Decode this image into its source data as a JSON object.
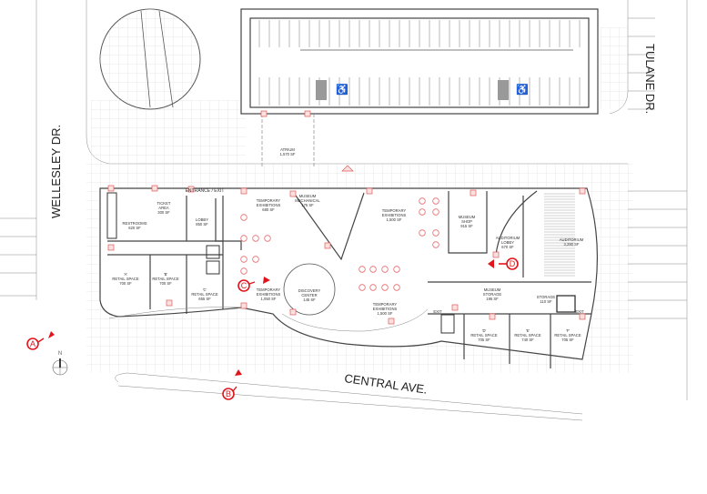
{
  "streets": {
    "west": "WELLESLEY DR.",
    "east": "TULANE DR.",
    "south": "CENTRAL AVE."
  },
  "north_label": "N",
  "markers": [
    "A",
    "B",
    "C",
    "D"
  ],
  "colors": {
    "accent": "#e0141c",
    "wall": "#444444",
    "grid": "#d4d4d4"
  },
  "rooms": {
    "atrium": [
      "ATRIUM",
      "1,570 SF"
    ],
    "entrance": "ENTRANCE / EXIT",
    "restrooms": [
      "RESTROOMS",
      "620 SF"
    ],
    "ticket": [
      "TICKET",
      "AREA",
      "300 SF"
    ],
    "lobby": [
      "LOBBY",
      "850 SF"
    ],
    "temp1": [
      "TEMPORARY",
      "EXHIBITIONS",
      "680 SF"
    ],
    "mech": [
      "MUSEUM",
      "MECHANICAL",
      "175 SF"
    ],
    "temp2": [
      "TEMPORARY",
      "EXHIBITIONS",
      "1,500 SF"
    ],
    "shop": [
      "MUSEUM",
      "SHOP",
      "915 SF"
    ],
    "aud_lobby": [
      "AUDITORIUM",
      "LOBBY",
      "670 SF"
    ],
    "auditorium": [
      "AUDITORIUM",
      "3,280 SF"
    ],
    "retail_a": [
      "'A'",
      "RETAIL SPACE",
      "700 SF"
    ],
    "retail_b": [
      "'B'",
      "RETAIL SPACE",
      "700 SF"
    ],
    "retail_c": [
      "'C'",
      "RETAIL SPACE",
      "655 SF"
    ],
    "temp3": [
      "TEMPORARY",
      "EXHIBITIONS",
      "1,050 SF"
    ],
    "discovery": [
      "DISCOVERY",
      "CENTER",
      "145 SF"
    ],
    "temp4": [
      "TEMPORARY",
      "EXHIBITIONS",
      "1,500 SF"
    ],
    "storage_m": [
      "MUSEUM",
      "STORAGE",
      "195 SF"
    ],
    "storage": [
      "STORAGE",
      "110 SF"
    ],
    "exit1": "EXIT",
    "exit2": "EXIT",
    "retail_d": [
      "'D'",
      "RETAIL SPACE",
      "705 SF"
    ],
    "retail_e": [
      "'E'",
      "RETAIL SPACE",
      "740 SF"
    ],
    "retail_f": [
      "'F'",
      "RETAIL SPACE",
      "705 SF"
    ]
  }
}
